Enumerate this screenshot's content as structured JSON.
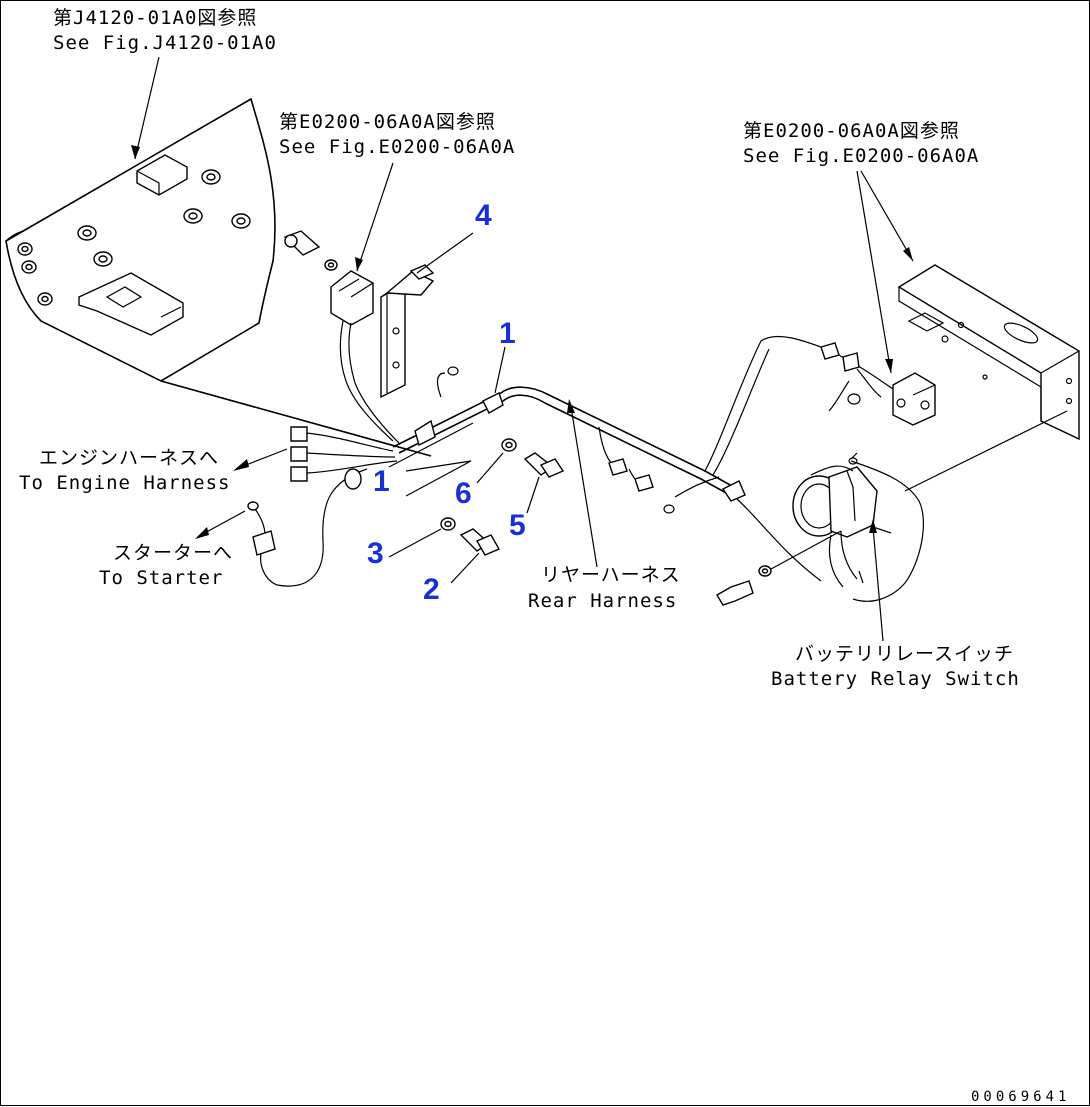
{
  "callouts": {
    "ref_j4120_jp": "第J4120-01A0図参照",
    "ref_j4120_en": "See Fig.J4120-01A0",
    "ref_e0200_left_jp": "第E0200-06A0A図参照",
    "ref_e0200_left_en": "See Fig.E0200-06A0A",
    "ref_e0200_right_jp": "第E0200-06A0A図参照",
    "ref_e0200_right_en": "See Fig.E0200-06A0A",
    "engine_harness_jp": "エンジンハーネスへ",
    "engine_harness_en": "To Engine Harness",
    "starter_jp": "スターターへ",
    "starter_en": "To Starter",
    "rear_harness_jp": "リヤーハーネス",
    "rear_harness_en": "Rear Harness",
    "battery_relay_jp": "バッテリリレースイッチ",
    "battery_relay_en": "Battery Relay Switch"
  },
  "part_numbers": {
    "p1_top": "1",
    "p1_mid": "1",
    "p2": "2",
    "p3": "3",
    "p4": "4",
    "p5": "5",
    "p6": "6"
  },
  "drawing_code": "00069641"
}
